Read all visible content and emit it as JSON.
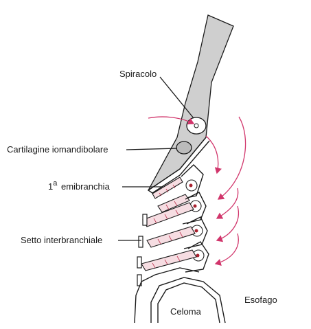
{
  "labels": {
    "spiracolo": "Spiracolo",
    "cartilagine": "Cartilagine iomandibolare",
    "emibranchia_num": "1",
    "emibranchia_sup": "a",
    "emibranchia_word": "emibranchia",
    "setto": "Setto interbranchiale",
    "celoma": "Celoma",
    "esofago": "Esofago"
  },
  "colors": {
    "outline": "#1a1a1a",
    "tissue_fill": "#cfcfcf",
    "water_flow_arrows": "#d1356b",
    "gill_rod_fill": "#f6dde2",
    "gill_rod_stripes": "#c0405a",
    "gill_dots": "#a8202e"
  }
}
